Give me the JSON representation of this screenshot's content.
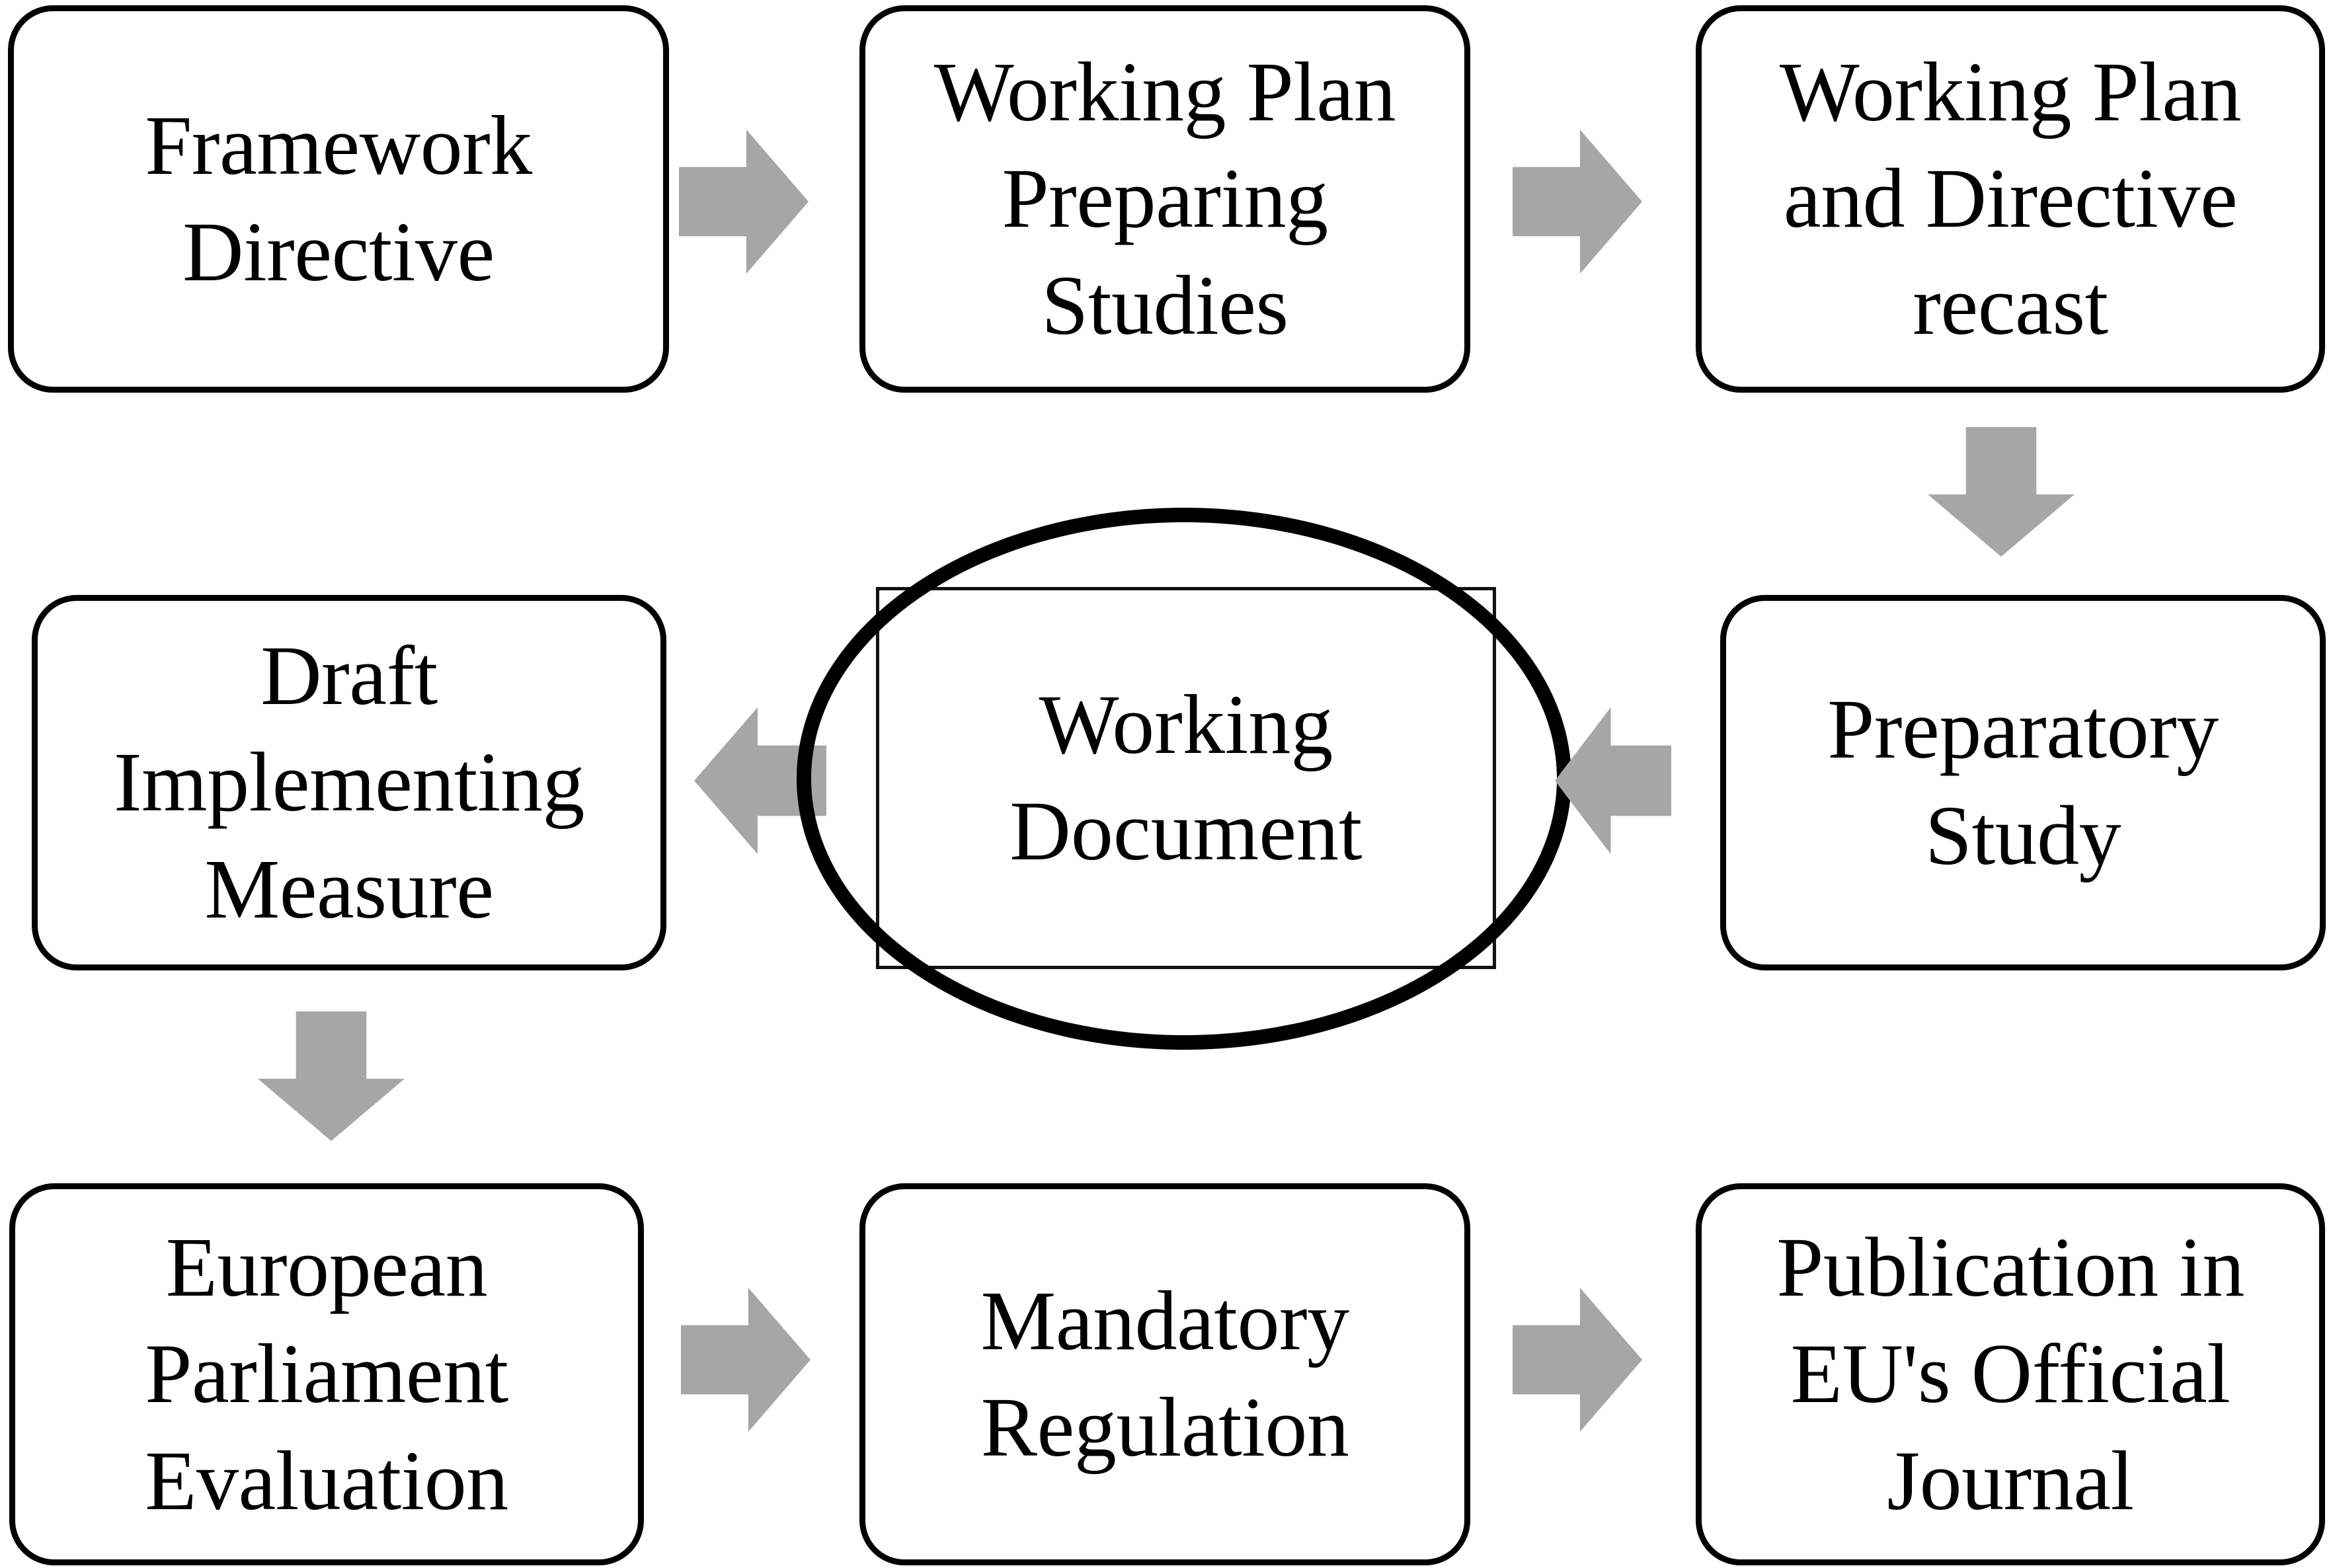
{
  "diagram": {
    "title": "EU Ecodesign regulatory process flowchart",
    "accent_colors": {
      "box_border": "#000000",
      "box_fill": "#ffffff",
      "arrow_fill": "#a6a6a6",
      "text": "#000000",
      "ellipse_stroke": "#000000",
      "document_rect_stroke": "#111111"
    },
    "nodes": [
      {
        "id": "framework-directive",
        "label": "Framework\nDirective"
      },
      {
        "id": "working-plan-studies",
        "label": "Working Plan\nPreparing\nStudies"
      },
      {
        "id": "working-plan-recast",
        "label": "Working Plan\nand Directive\nrecast"
      },
      {
        "id": "draft-implementing",
        "label": "Draft\nImplementing\nMeasure"
      },
      {
        "id": "working-document",
        "label": "Working\nDocument"
      },
      {
        "id": "preparatory-study",
        "label": "Preparatory\nStudy"
      },
      {
        "id": "european-parliament",
        "label": "European\nParliament\nEvaluation"
      },
      {
        "id": "mandatory-regulation",
        "label": "Mandatory\nRegulation"
      },
      {
        "id": "publication-eu-journal",
        "label": "Publication in\nEU's Official\nJournal"
      }
    ],
    "connectors": [
      {
        "id": "arrow-framework-to-studies",
        "direction": "right",
        "from": "framework-directive",
        "to": "working-plan-studies"
      },
      {
        "id": "arrow-studies-to-recast",
        "direction": "right",
        "from": "working-plan-studies",
        "to": "working-plan-recast"
      },
      {
        "id": "arrow-recast-to-preparatory",
        "direction": "down",
        "from": "working-plan-recast",
        "to": "preparatory-study"
      },
      {
        "id": "arrow-preparatory-to-document",
        "direction": "left",
        "from": "preparatory-study",
        "to": "working-document"
      },
      {
        "id": "arrow-document-to-draft",
        "direction": "left",
        "from": "working-document",
        "to": "draft-implementing"
      },
      {
        "id": "arrow-draft-to-parliament",
        "direction": "down",
        "from": "draft-implementing",
        "to": "european-parliament"
      },
      {
        "id": "arrow-parliament-to-regulation",
        "direction": "right",
        "from": "european-parliament",
        "to": "mandatory-regulation"
      },
      {
        "id": "arrow-regulation-to-publication",
        "direction": "right",
        "from": "mandatory-regulation",
        "to": "publication-eu-journal"
      }
    ]
  }
}
